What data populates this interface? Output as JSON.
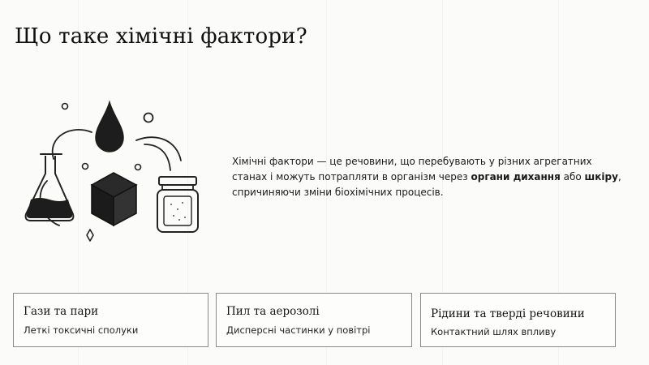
{
  "page": {
    "title": "Що таке хімічні фактори?"
  },
  "illustration": {
    "icons": [
      "flask-icon",
      "droplet-icon",
      "cube-icon",
      "jar-icon",
      "bubbles-icon",
      "sparkle-icon"
    ]
  },
  "description": {
    "text_before": "Хімічні фактори — це речовини, що перебувають у різних агрегатних станах і можуть потрапляти в організм через ",
    "bold_1": "органи дихання",
    "text_middle": " або ",
    "bold_2": "шкіру",
    "text_after": ", спричиняючи зміни біохімічних процесів."
  },
  "cards": [
    {
      "title": "Гази та пари",
      "subtitle": "Леткі токсичні сполуки"
    },
    {
      "title": "Пил та аерозолі",
      "subtitle": "Дисперсні частинки у повітрі"
    },
    {
      "title": "Рідини та тверді речовини",
      "subtitle": "Контактний шлях впливу"
    }
  ],
  "colors": {
    "background": "#fbfbfa",
    "ink": "#111111",
    "card_border": "#8a8a8a"
  }
}
